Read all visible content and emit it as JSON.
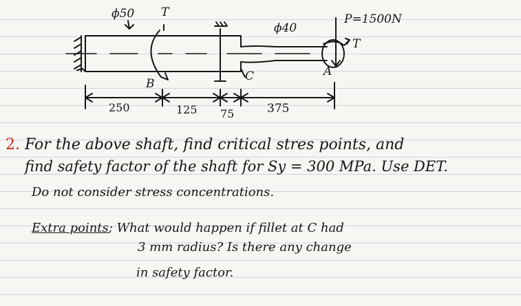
{
  "figure": {
    "labels": {
      "dia_left": "ϕ50",
      "torque_left": "T",
      "dia_right": "ϕ40",
      "load": "P=1500N",
      "torque_right": "T",
      "point_b": "B",
      "point_c": "C",
      "point_a": "A"
    },
    "dims": {
      "d1": "250",
      "d2": "125",
      "d3": "75",
      "d4": "375"
    }
  },
  "problem": {
    "number": "2.",
    "line1": "For the above shaft, find critical stres points, and",
    "line2": "find safety factor of the shaft for Sy = 300 MPa. Use DET.",
    "line3": "Do not consider stress concentrations.",
    "extra_label": "Extra points",
    "extra_colon": ";",
    "line4": "What would happen if fillet at C had",
    "line5": "3 mm radius? Is there any change",
    "line6": "in safety factor."
  },
  "colors": {
    "ink": "#161616",
    "red": "#c82a1e",
    "rule": "#cfd3da"
  }
}
